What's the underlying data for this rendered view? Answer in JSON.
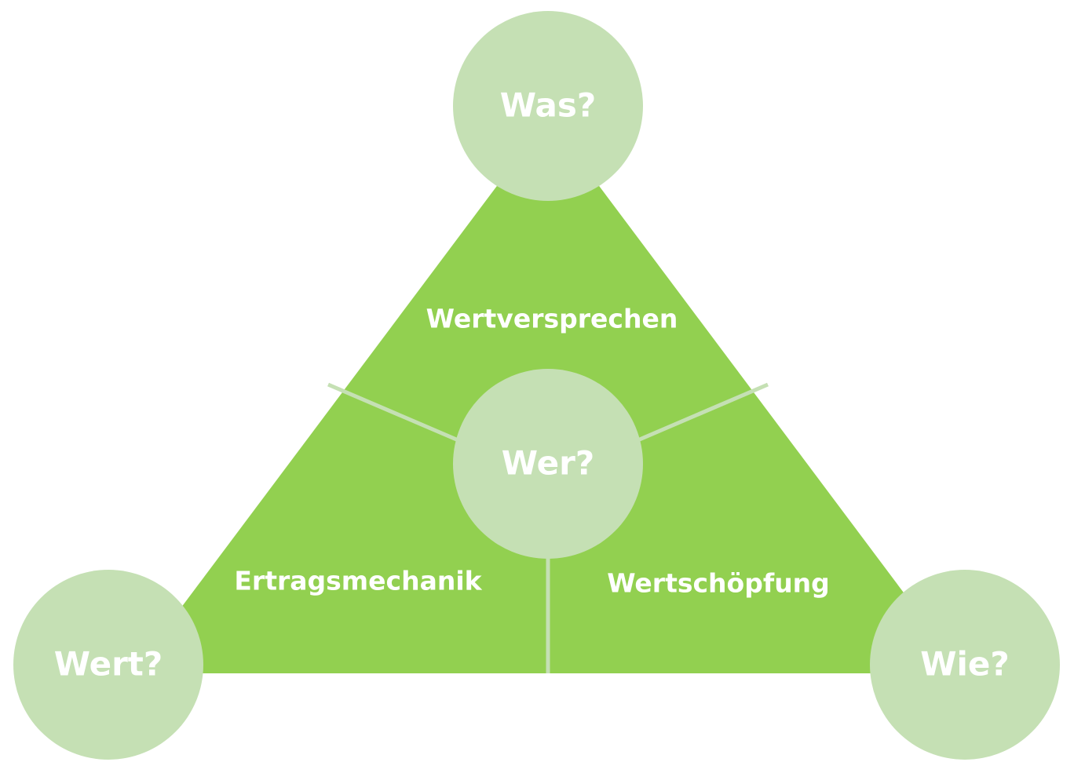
{
  "colors": {
    "triangle": "#92d050",
    "circle": "#c5e0b4",
    "divider": "#c5e0b4",
    "text": "#ffffff",
    "background": "#ffffff"
  },
  "circles": {
    "top": "Was?",
    "center": "Wer?",
    "bottom_left": "Wert?",
    "bottom_right": "Wie?"
  },
  "segments": {
    "top": "Wertversprechen",
    "bottom_left": "Ertragsmechanik",
    "bottom_right": "Wertschöpfung"
  }
}
